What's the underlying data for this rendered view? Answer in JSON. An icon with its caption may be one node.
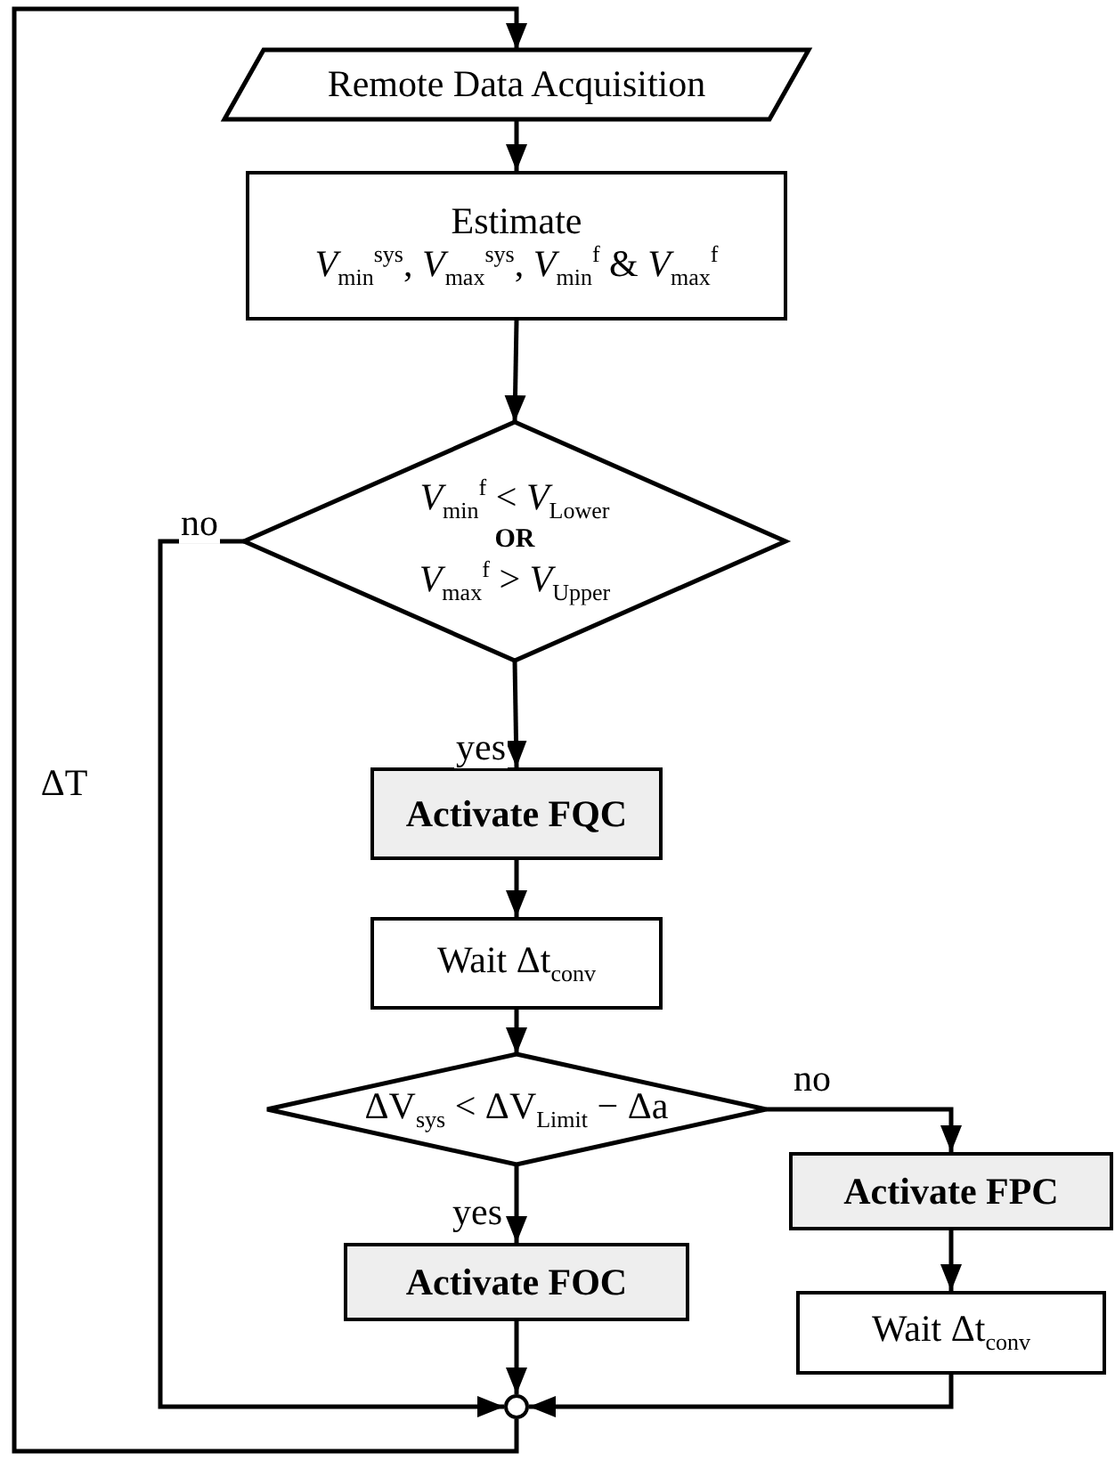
{
  "diagram": {
    "nodes": [
      {
        "text": [
          "Remote Data Acquisition"
        ]
      },
      {
        "text": [
          "Estimate",
          "*V*$_{min}$$^{sys}$, *V*$_{max}$$^{sys}$, *V*$_{min}$$^{f}$ & *V*$_{max}$$^{f}$"
        ]
      },
      {
        "text": [
          "*V*$_{min}$$^{f}$ < *V*$_{Lower}$",
          "OR",
          "*V*$_{max}$$^{f}$ > *V*$_{Upper}$"
        ]
      },
      {
        "text": [
          "Activate FQC"
        ]
      },
      {
        "text": [
          "Wait Δt$_{conv}$"
        ]
      },
      {
        "text": [
          "ΔV$_{sys}$ < ΔV$_{Limit}$ − Δa"
        ]
      },
      {
        "text": [
          "Activate FPC"
        ]
      },
      {
        "text": [
          "Activate FOC"
        ]
      },
      {
        "text": [
          "Wait Δt$_{conv}$"
        ]
      },
      {
        "text": [],
        "shape": "circle"
      }
    ],
    "edges": [
      {
        "from": 0,
        "to": 1,
        "arrow": "to"
      },
      {
        "from": 1,
        "to": 2,
        "arrow": "to"
      },
      {
        "from": 2,
        "to": 3,
        "arrow": "to",
        "label": "yes"
      },
      {
        "from": 3,
        "to": 4,
        "arrow": "to"
      },
      {
        "from": 4,
        "to": 5,
        "arrow": "to"
      },
      {
        "from": 5,
        "to": 6,
        "arrow": "to",
        "label": "no"
      },
      {
        "from": 5,
        "to": 7,
        "arrow": "to",
        "label": "yes"
      },
      {
        "from": 6,
        "to": 8,
        "arrow": "to"
      },
      {
        "from": 7,
        "to": 9,
        "arrow": "to"
      },
      {
        "from": 8,
        "to": 9,
        "arrow": "to"
      },
      {
        "from": 2,
        "to": 9,
        "arrow": "to",
        "label": "no"
      },
      {
        "from": 9,
        "to": 0,
        "arrow": "to",
        "label": "ΔT"
      }
    ]
  }
}
